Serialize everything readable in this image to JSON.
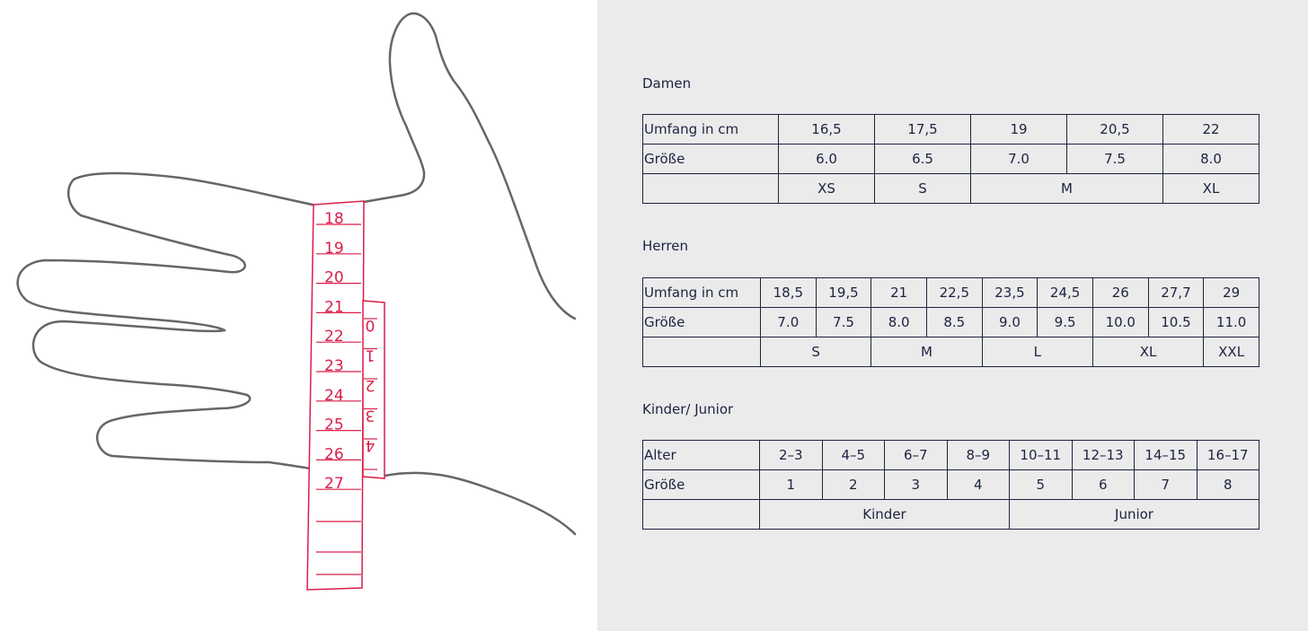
{
  "illustration": {
    "tape_numbers": [
      "18",
      "19",
      "20",
      "21",
      "22",
      "23",
      "24",
      "25",
      "26",
      "27"
    ],
    "small_tape_numbers": [
      "0",
      "1",
      "2",
      "3",
      "4"
    ],
    "colors": {
      "hand_outline": "#666666",
      "tape": "#d91e4a"
    }
  },
  "damen": {
    "title": "Damen",
    "row_umfang": {
      "label": "Umfang in cm",
      "values": [
        "16,5",
        "17,5",
        "19",
        "20,5",
        "22"
      ]
    },
    "row_groesse": {
      "label": "Größe",
      "values": [
        "6.0",
        "6.5",
        "7.0",
        "7.5",
        "8.0"
      ]
    },
    "row_letters": [
      "XS",
      "S",
      "M",
      "XL"
    ]
  },
  "herren": {
    "title": "Herren",
    "row_umfang": {
      "label": "Umfang in cm",
      "values": [
        "18,5",
        "19,5",
        "21",
        "22,5",
        "23,5",
        "24,5",
        "26",
        "27,7",
        "29"
      ]
    },
    "row_groesse": {
      "label": "Größe",
      "values": [
        "7.0",
        "7.5",
        "8.0",
        "8.5",
        "9.0",
        "9.5",
        "10.0",
        "10.5",
        "11.0"
      ]
    },
    "row_letters": [
      "S",
      "M",
      "L",
      "XL",
      "XXL"
    ]
  },
  "kinder": {
    "title": "Kinder/ Junior",
    "row_alter": {
      "label": "Alter",
      "values": [
        "2–3",
        "4–5",
        "6–7",
        "8–9",
        "10–11",
        "12–13",
        "14–15",
        "16–17"
      ]
    },
    "row_groesse": {
      "label": "Größe",
      "values": [
        "1",
        "2",
        "3",
        "4",
        "5",
        "6",
        "7",
        "8"
      ]
    },
    "row_groups": [
      "Kinder",
      "Junior"
    ]
  },
  "colors": {
    "panel_bg": "#ebebeb",
    "text": "#1c2340",
    "border": "#1c2340"
  }
}
